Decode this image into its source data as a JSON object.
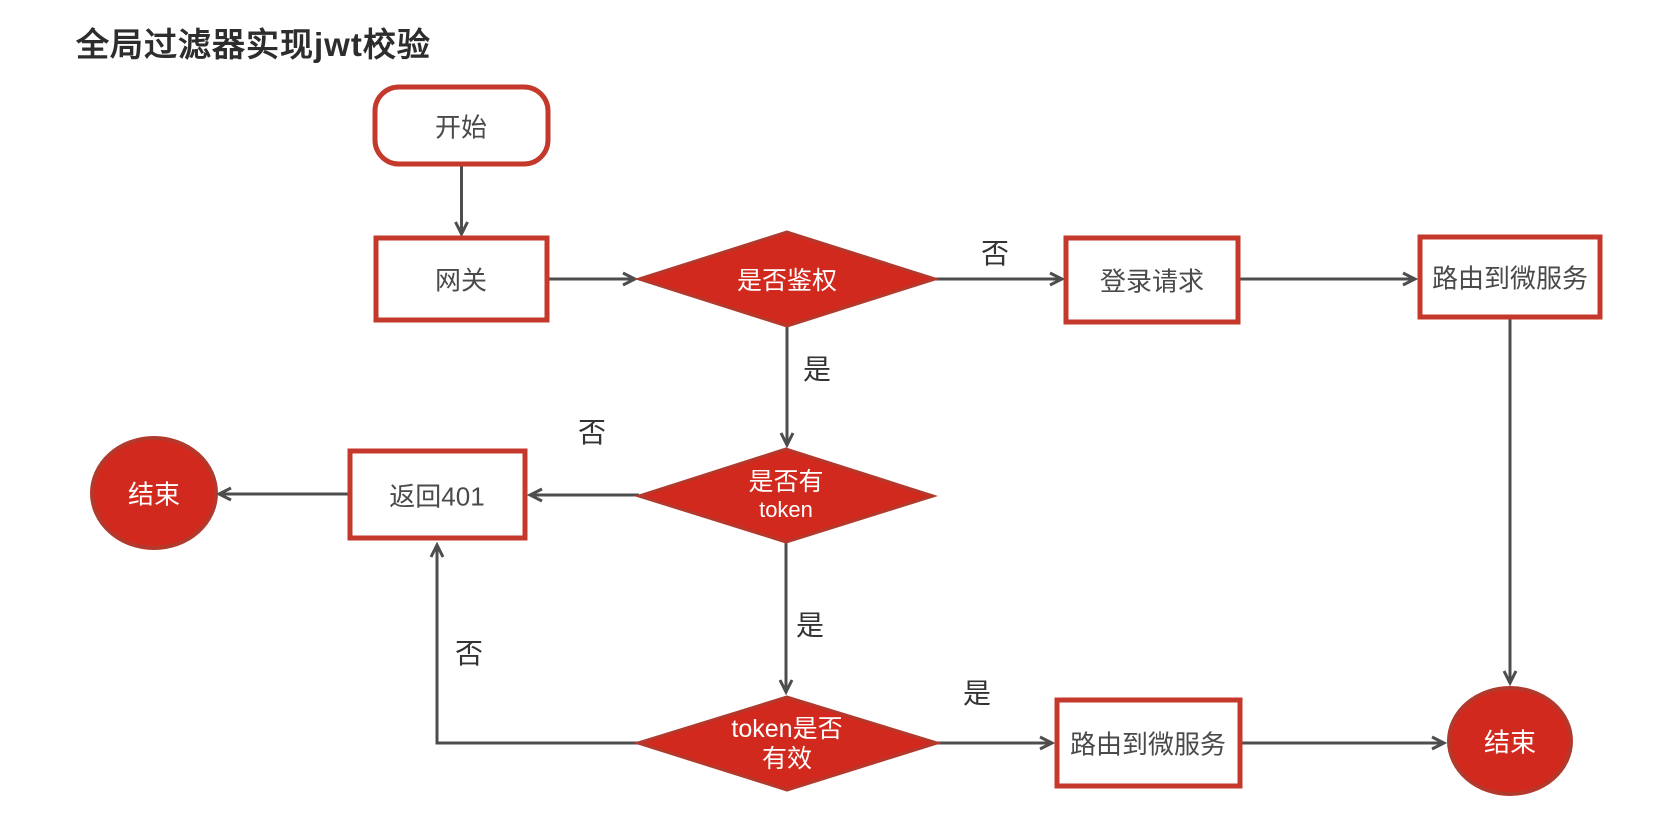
{
  "title": "全局过滤器实现jwt校验",
  "nodes": {
    "start": {
      "label": "开始"
    },
    "gateway": {
      "label": "网关"
    },
    "auth_check": {
      "label": "是否鉴权"
    },
    "login_request": {
      "label": "登录请求"
    },
    "route_top": {
      "label": "路由到微服务"
    },
    "has_token": {
      "line1": "是否有",
      "line2": "token"
    },
    "return_401": {
      "label": "返回401"
    },
    "end_left": {
      "label": "结束"
    },
    "token_valid": {
      "line1": "token是否",
      "line2": "有效"
    },
    "route_bottom": {
      "label": "路由到微服务"
    },
    "end_right": {
      "label": "结束"
    }
  },
  "edge_labels": {
    "auth_no": "否",
    "auth_yes": "是",
    "token_no": "否",
    "token_yes": "是",
    "valid_no": "否",
    "valid_yes": "是"
  },
  "colors": {
    "shape_fill_red": "#d2291e",
    "shape_stroke_red": "#b2392c",
    "box_border_red": "#c4392b",
    "box_fill": "#ffffff",
    "connector_gray": "#4d4d4d",
    "box_text": "#4a4a4a",
    "diamond_text": "#ffffff",
    "title_text": "#2d2d2d",
    "label_text": "#333333"
  }
}
